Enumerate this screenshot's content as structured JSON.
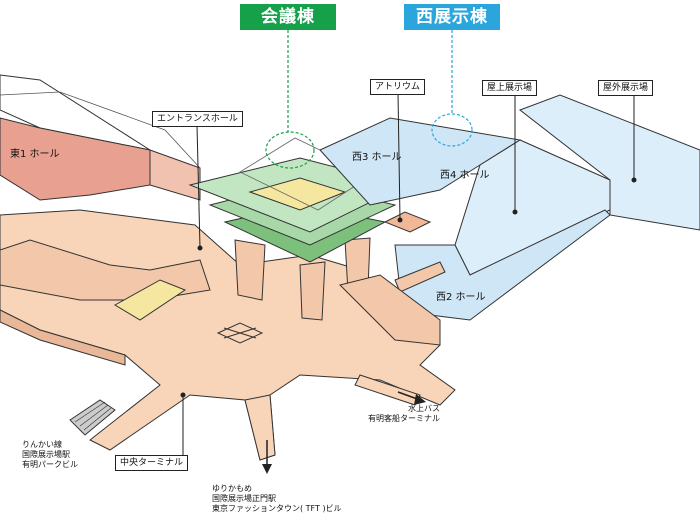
{
  "tags": {
    "conference": {
      "text": "会議棟",
      "color": "#16a04a"
    },
    "west_hall": {
      "text": "西展示棟",
      "color": "#2aa6dc"
    }
  },
  "labels": {
    "entrance_hall": "エントランスホール",
    "atrium": "アトリウム",
    "rooftop_exhibition": "屋上展示場",
    "outdoor_exhibition": "屋外展示場",
    "central_terminal": "中央ターミナル"
  },
  "halls": {
    "east1": "東1 ホール",
    "west3": "西3 ホール",
    "west4": "西4 ホール",
    "west2": "西2 ホール"
  },
  "notes": {
    "rinkai": [
      "りんかい線",
      "国際展示場駅",
      "有明パークビル"
    ],
    "yurikamome": [
      "ゆりかもめ",
      "国際展示場正門駅",
      "東京ファッションタウン( TFT )ビル"
    ],
    "waterbus": [
      "水上バス",
      "有明客船ターミナル"
    ]
  },
  "colors": {
    "floor": "#f8d4b8",
    "floor_dark": "#e8b898",
    "east_hall": "#e8a090",
    "conference_green": "#a8d8a8",
    "west_hall_blue": "#cfe6f6",
    "outline": "#222222"
  }
}
